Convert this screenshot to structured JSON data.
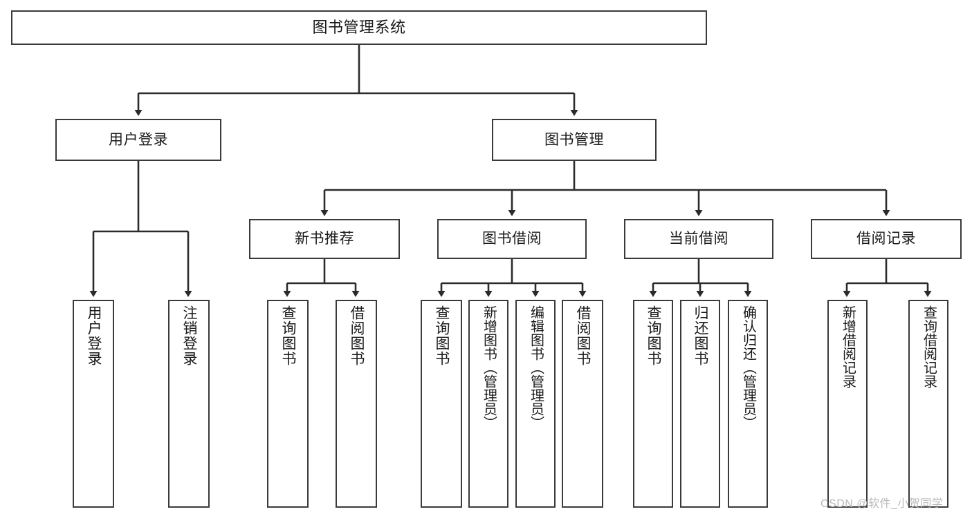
{
  "diagram": {
    "title": "图书管理系统",
    "type": "tree-hierarchy-diagram",
    "root": {
      "id": "root",
      "label": "图书管理系统"
    },
    "level1": [
      {
        "id": "user-login",
        "label": "用户登录"
      },
      {
        "id": "book-manage",
        "label": "图书管理"
      }
    ],
    "level2": [
      {
        "id": "new-book-rec",
        "label": "新书推荐"
      },
      {
        "id": "book-borrow",
        "label": "图书借阅"
      },
      {
        "id": "current-borrow",
        "label": "当前借阅"
      },
      {
        "id": "borrow-record",
        "label": "借阅记录"
      }
    ],
    "leaves": {
      "user_login": [
        {
          "id": "leaf-user-login",
          "label": "用户登录"
        },
        {
          "id": "leaf-user-logout",
          "label": "注销登录"
        }
      ],
      "new_book_rec": [
        {
          "id": "leaf-query-book-1",
          "label": "查询图书"
        },
        {
          "id": "leaf-borrow-book-1",
          "label": "借阅图书"
        }
      ],
      "book_borrow": [
        {
          "id": "leaf-query-book-2",
          "label": "查询图书"
        },
        {
          "id": "leaf-add-book",
          "label": "新增图书（管理员）"
        },
        {
          "id": "leaf-edit-book",
          "label": "编辑图书（管理员）"
        },
        {
          "id": "leaf-borrow-book-2",
          "label": "借阅图书"
        }
      ],
      "current_borrow": [
        {
          "id": "leaf-query-book-3",
          "label": "查询图书"
        },
        {
          "id": "leaf-return-book",
          "label": "归还图书"
        },
        {
          "id": "leaf-confirm-return",
          "label": "确认归还（管理员）"
        }
      ],
      "borrow_record": [
        {
          "id": "leaf-add-record",
          "label": "新增借阅记录"
        },
        {
          "id": "leaf-query-record",
          "label": "查询借阅记录"
        }
      ]
    }
  },
  "watermark": {
    "text": "CSDN @软件_小贺同学"
  },
  "colors": {
    "background": "#ffffff",
    "box_border": "#3a3a3a",
    "box_fill": "#ffffff",
    "edge": "#2b2b2b",
    "text": "#1a1a1a",
    "watermark": "#b9b9b9"
  }
}
